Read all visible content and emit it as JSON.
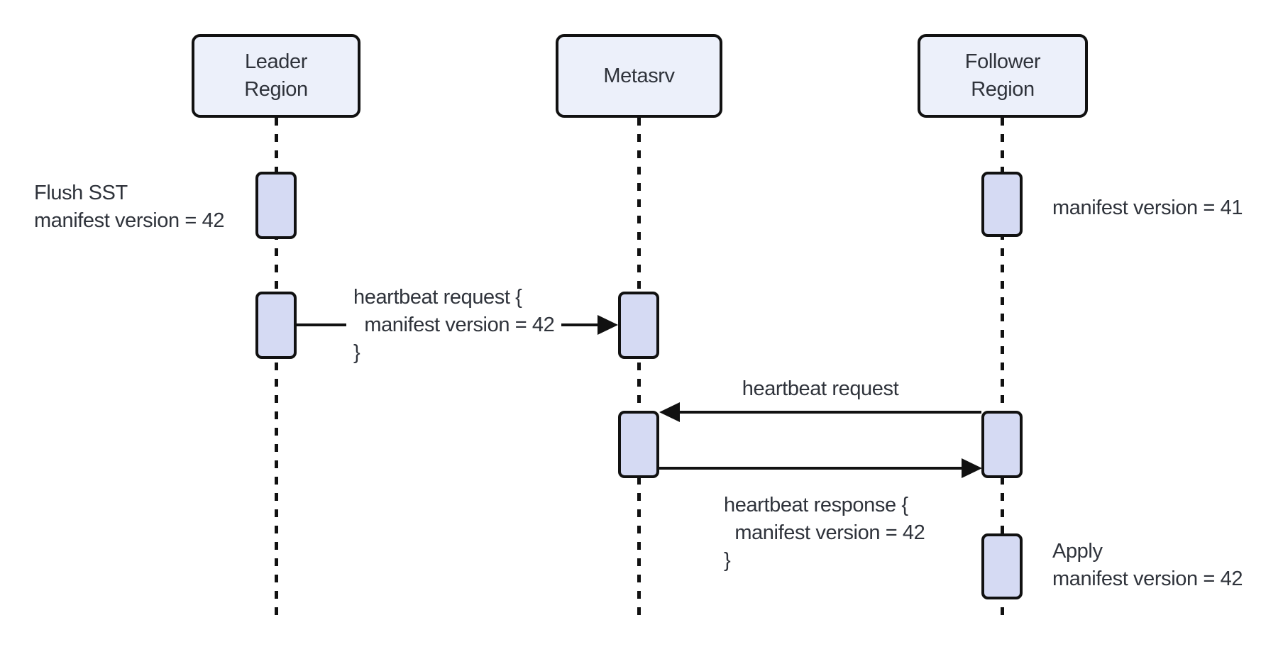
{
  "diagram": {
    "type": "sequence-diagram",
    "participants": {
      "leader": {
        "label": "Leader\nRegion"
      },
      "metasrv": {
        "label": "Metasrv"
      },
      "follower": {
        "label": "Follower\nRegion"
      }
    },
    "messages": {
      "leader_to_metasrv": {
        "label": "heartbeat request {\n  manifest version = 42\n}",
        "from": "leader",
        "to": "metasrv"
      },
      "follower_to_metasrv": {
        "label": "heartbeat request",
        "from": "follower",
        "to": "metasrv"
      },
      "metasrv_to_follower": {
        "label": "heartbeat response {\n  manifest version = 42\n}",
        "from": "metasrv",
        "to": "follower"
      }
    },
    "annotations": {
      "flush_sst": {
        "label": "Flush SST\nmanifest version = 42",
        "attached_to": "leader"
      },
      "follower_manifest": {
        "label": "manifest version = 41",
        "attached_to": "follower"
      },
      "apply": {
        "label": "Apply\nmanifest version = 42",
        "attached_to": "follower"
      }
    },
    "colors": {
      "background": "#ffffff",
      "participant_fill": "#ecf0fa",
      "activation_fill": "#d5daf3",
      "line": "#111111",
      "text": "#2f333b"
    }
  }
}
